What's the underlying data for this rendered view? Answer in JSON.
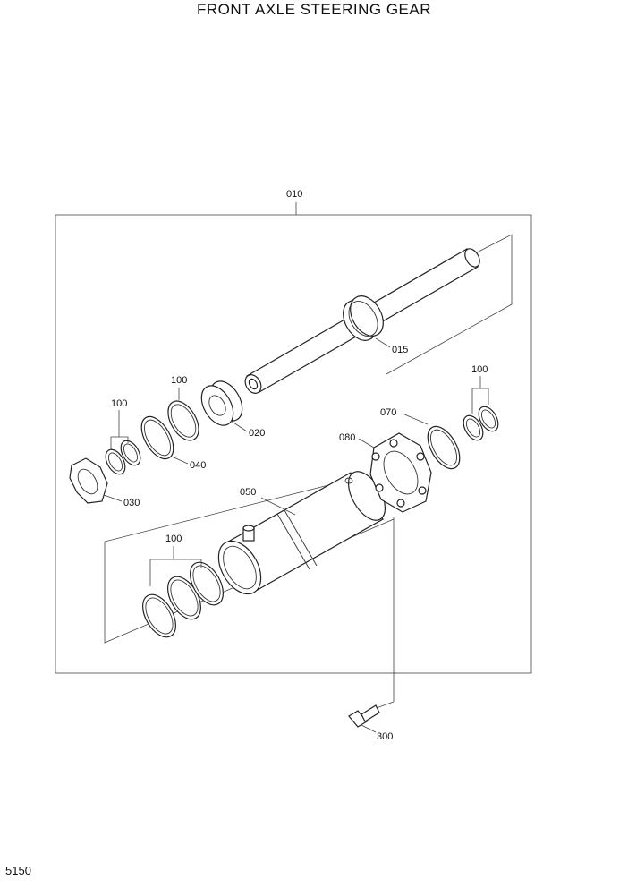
{
  "title": "FRONT AXLE STEERING GEAR",
  "page_number": "5150",
  "labels": {
    "assembly": "010",
    "rod": "015",
    "piston": "020",
    "gland_nut": "030",
    "backup_ring": "040",
    "tube": "050",
    "retaining_ring": "070",
    "gland": "080",
    "seal_kit_left": "100",
    "seal_kit_piston": "100",
    "seal_kit_right": "100",
    "seal_kit_tube": "100",
    "bolt": "300"
  }
}
